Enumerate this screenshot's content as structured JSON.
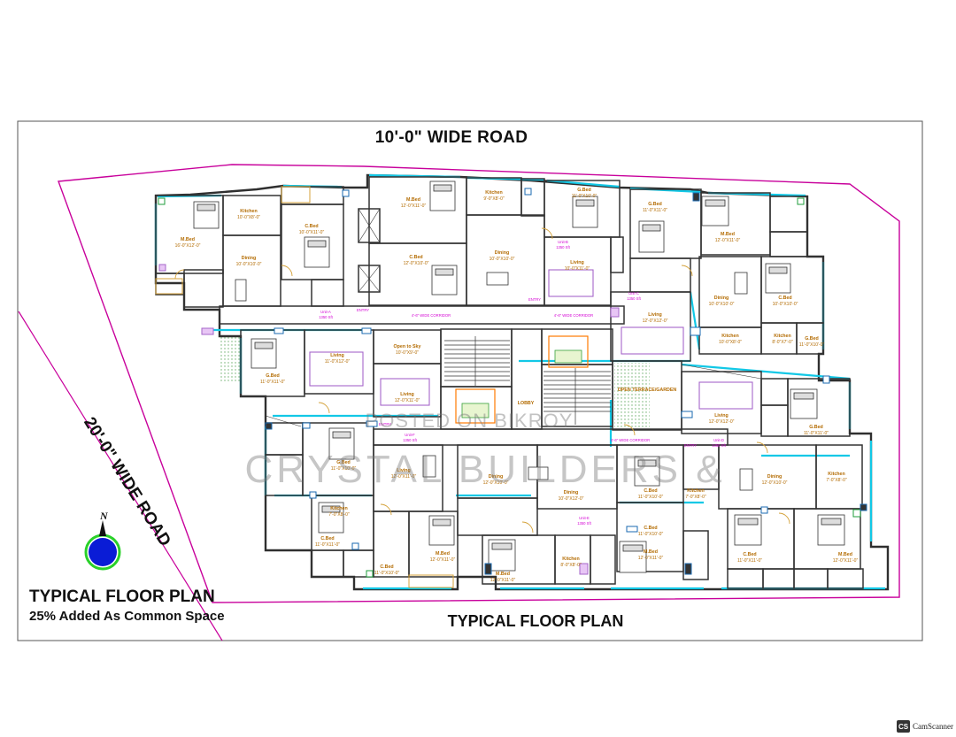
{
  "roads": {
    "top": "10'-0\" WIDE ROAD",
    "left": "20'-0\" WIDE ROAD"
  },
  "titles": {
    "main": "TYPICAL FLOOR PLAN",
    "subtitle": "25% Added As Common Space",
    "bottom": "TYPICAL FLOOR PLAN"
  },
  "compass": {
    "label": "N"
  },
  "watermarks": {
    "posted": "POSTED ON BIKROY",
    "builder": "CRYSTAL BUILDERS &"
  },
  "scanner": {
    "badge": "CS",
    "text": "CamScanner"
  },
  "colors": {
    "wall": "#2f2f2f",
    "window": "#12c8e6",
    "boundary": "#c8009b",
    "door": "#d4a23a",
    "label": "#b36b00",
    "corridor_label": "#d400d4",
    "furniture": "#a566c9",
    "compass_fill": "#0a1cd6",
    "compass_ring": "#2ad12a"
  },
  "rooms": [
    {
      "id": "r1",
      "name": "M.Bed",
      "dim": "16'-0\"X12'-0\""
    },
    {
      "id": "r2",
      "name": "Kitchen",
      "dim": "10'-0\"X8'-0\""
    },
    {
      "id": "r3",
      "name": "Dining",
      "dim": "10'-0\"X10'-0\""
    },
    {
      "id": "r4",
      "name": "C.Bed",
      "dim": "10'-0\"X11'-0\""
    },
    {
      "id": "r5",
      "name": "M.Bed",
      "dim": "12'-0\"X11'-0\""
    },
    {
      "id": "r6",
      "name": "Kitchen",
      "dim": "9'-0\"X8'-0\""
    },
    {
      "id": "r7",
      "name": "C.Bed",
      "dim": "12'-0\"X10'-0\""
    },
    {
      "id": "r8",
      "name": "Dining",
      "dim": "10'-0\"X10'-0\""
    },
    {
      "id": "r9",
      "name": "G.Bed",
      "dim": "11'-0\"X10'-0\""
    },
    {
      "id": "r10",
      "name": "Living",
      "dim": "10'-0\"X11'-0\""
    },
    {
      "id": "r11",
      "name": "G.Bed",
      "dim": "11'-0\"X11'-0\""
    },
    {
      "id": "r12",
      "name": "M.Bed",
      "dim": "12'-0\"X11'-0\""
    },
    {
      "id": "r13",
      "name": "Dining",
      "dim": "10'-0\"X10'-0\""
    },
    {
      "id": "r14",
      "name": "C.Bed",
      "dim": "10'-0\"X10'-0\""
    },
    {
      "id": "r15",
      "name": "Living",
      "dim": "12'-0\"X12'-0\""
    },
    {
      "id": "r16",
      "name": "Kitchen",
      "dim": "10'-0\"X8'-0\""
    },
    {
      "id": "r17",
      "name": "G.Bed",
      "dim": "11'-0\"X11'-0\""
    },
    {
      "id": "r18",
      "name": "Living",
      "dim": "11'-0\"X12'-0\""
    },
    {
      "id": "r19",
      "name": "Open to Sky",
      "dim": "10'-0\"X9'-0\""
    },
    {
      "id": "r20",
      "name": "Living",
      "dim": "12'-0\"X11'-0\""
    },
    {
      "id": "r21",
      "name": "Living",
      "dim": "12'-0\"X12'-0\""
    },
    {
      "id": "r22",
      "name": "G.Bed",
      "dim": "11'-0\"X11'-0\""
    },
    {
      "id": "r23",
      "name": "G.Bed",
      "dim": "11'-0\"X10'-0\""
    },
    {
      "id": "r24",
      "name": "Living",
      "dim": "12'-0\"X11'-0\""
    },
    {
      "id": "r25",
      "name": "Dining",
      "dim": "12'-0\"X10'-0\""
    },
    {
      "id": "r26",
      "name": "Kitchen",
      "dim": "7'-0\"X8'-0\""
    },
    {
      "id": "r27",
      "name": "Dining",
      "dim": "10'-0\"X12'-0\""
    },
    {
      "id": "r28",
      "name": "C.Bed",
      "dim": "11'-0\"X10'-0\""
    },
    {
      "id": "r29",
      "name": "Dining",
      "dim": "12'-0\"X10'-0\""
    },
    {
      "id": "r30",
      "name": "Kitchen",
      "dim": "7'-0\"X8'-0\""
    },
    {
      "id": "r31",
      "name": "C.Bed",
      "dim": "11'-0\"X11'-0\""
    },
    {
      "id": "r32",
      "name": "M.Bed",
      "dim": "12'-0\"X11'-0\""
    },
    {
      "id": "r33",
      "name": "M.Bed",
      "dim": "12'-0\"X11'-0\""
    },
    {
      "id": "r34",
      "name": "C.Bed",
      "dim": "11'-0\"X10'-0\""
    },
    {
      "id": "r35",
      "name": "Kitchen",
      "dim": "8'-0\"X8'-0\""
    },
    {
      "id": "r36",
      "name": "M.Bed",
      "dim": "12'-0\"X11'-0\""
    },
    {
      "id": "r37",
      "name": "C.Bed",
      "dim": "11'-0\"X10'-0\""
    },
    {
      "id": "r38",
      "name": "Kitchen",
      "dim": "7'-0\"X8'-0\""
    },
    {
      "id": "r39",
      "name": "C.Bed",
      "dim": "11'-0\"X11'-0\""
    },
    {
      "id": "r40",
      "name": "M.Bed",
      "dim": "12'-0\"X11'-0\""
    },
    {
      "id": "r41",
      "name": "Kitchen",
      "dim": "8'-0\"X7'-0\""
    },
    {
      "id": "r42",
      "name": "G.Bed",
      "dim": "11'-0\"X10'-0\""
    }
  ],
  "corridors": [
    {
      "id": "c1",
      "text": "4'-6\" WIDE CORRIDOR"
    },
    {
      "id": "c2",
      "text": "4'-6\" WIDE CORRIDOR"
    },
    {
      "id": "c3",
      "text": "4'-6\" WIDE CORRIDOR"
    },
    {
      "id": "c4",
      "text": "OPEN TERRACE/GARDEN"
    },
    {
      "id": "c5",
      "text": "LOBBY"
    }
  ],
  "units": [
    {
      "id": "u1",
      "text": "Unit-A",
      "area": "1350 Sft"
    },
    {
      "id": "u2",
      "text": "Unit-B",
      "area": "1350 Sft"
    },
    {
      "id": "u3",
      "text": "Unit-C",
      "area": "1350 Sft"
    },
    {
      "id": "u4",
      "text": "Unit-D",
      "area": "1350 Sft"
    },
    {
      "id": "u5",
      "text": "Unit-E",
      "area": "1350 Sft"
    },
    {
      "id": "u6",
      "text": "Unit-F",
      "area": "1350 Sft"
    }
  ],
  "entries": [
    "ENTRY",
    "ENTRY",
    "ENTRY",
    "ENTRY"
  ]
}
